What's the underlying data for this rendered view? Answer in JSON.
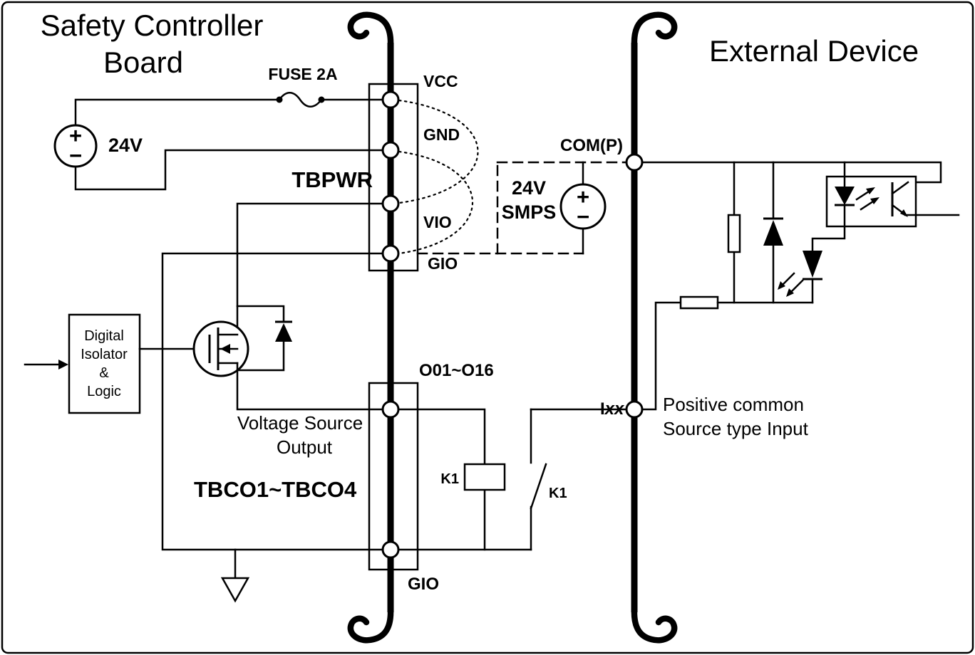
{
  "titles": {
    "board_line1": "Safety Controller",
    "board_line2": "Board",
    "external": "External Device"
  },
  "power": {
    "supply_label": "24V",
    "fuse_label": "FUSE 2A",
    "plus": "+",
    "minus": "−",
    "smps_line1": "24V",
    "smps_line2": "SMPS"
  },
  "tbpwr": {
    "name": "TBPWR",
    "vcc": "VCC",
    "gnd": "GND",
    "vio": "VIO",
    "gio": "GIO"
  },
  "tbco": {
    "name": "TBCO1~TBCO4",
    "output_range": "O01~O16",
    "gio": "GIO",
    "desc_line1": "Voltage Source",
    "desc_line2": "Output"
  },
  "isolator": {
    "line1": "Digital",
    "line2": "Isolator",
    "line3": "&",
    "line4": "Logic"
  },
  "relay": {
    "coil_label": "K1",
    "contact_label": "K1"
  },
  "external_device": {
    "com_label": "COM(P)",
    "input_i": "I",
    "input_xx": "xx",
    "desc_line1": "Positive common",
    "desc_line2": "Source type Input"
  },
  "colors": {
    "line": "#000000",
    "background": "#ffffff"
  }
}
